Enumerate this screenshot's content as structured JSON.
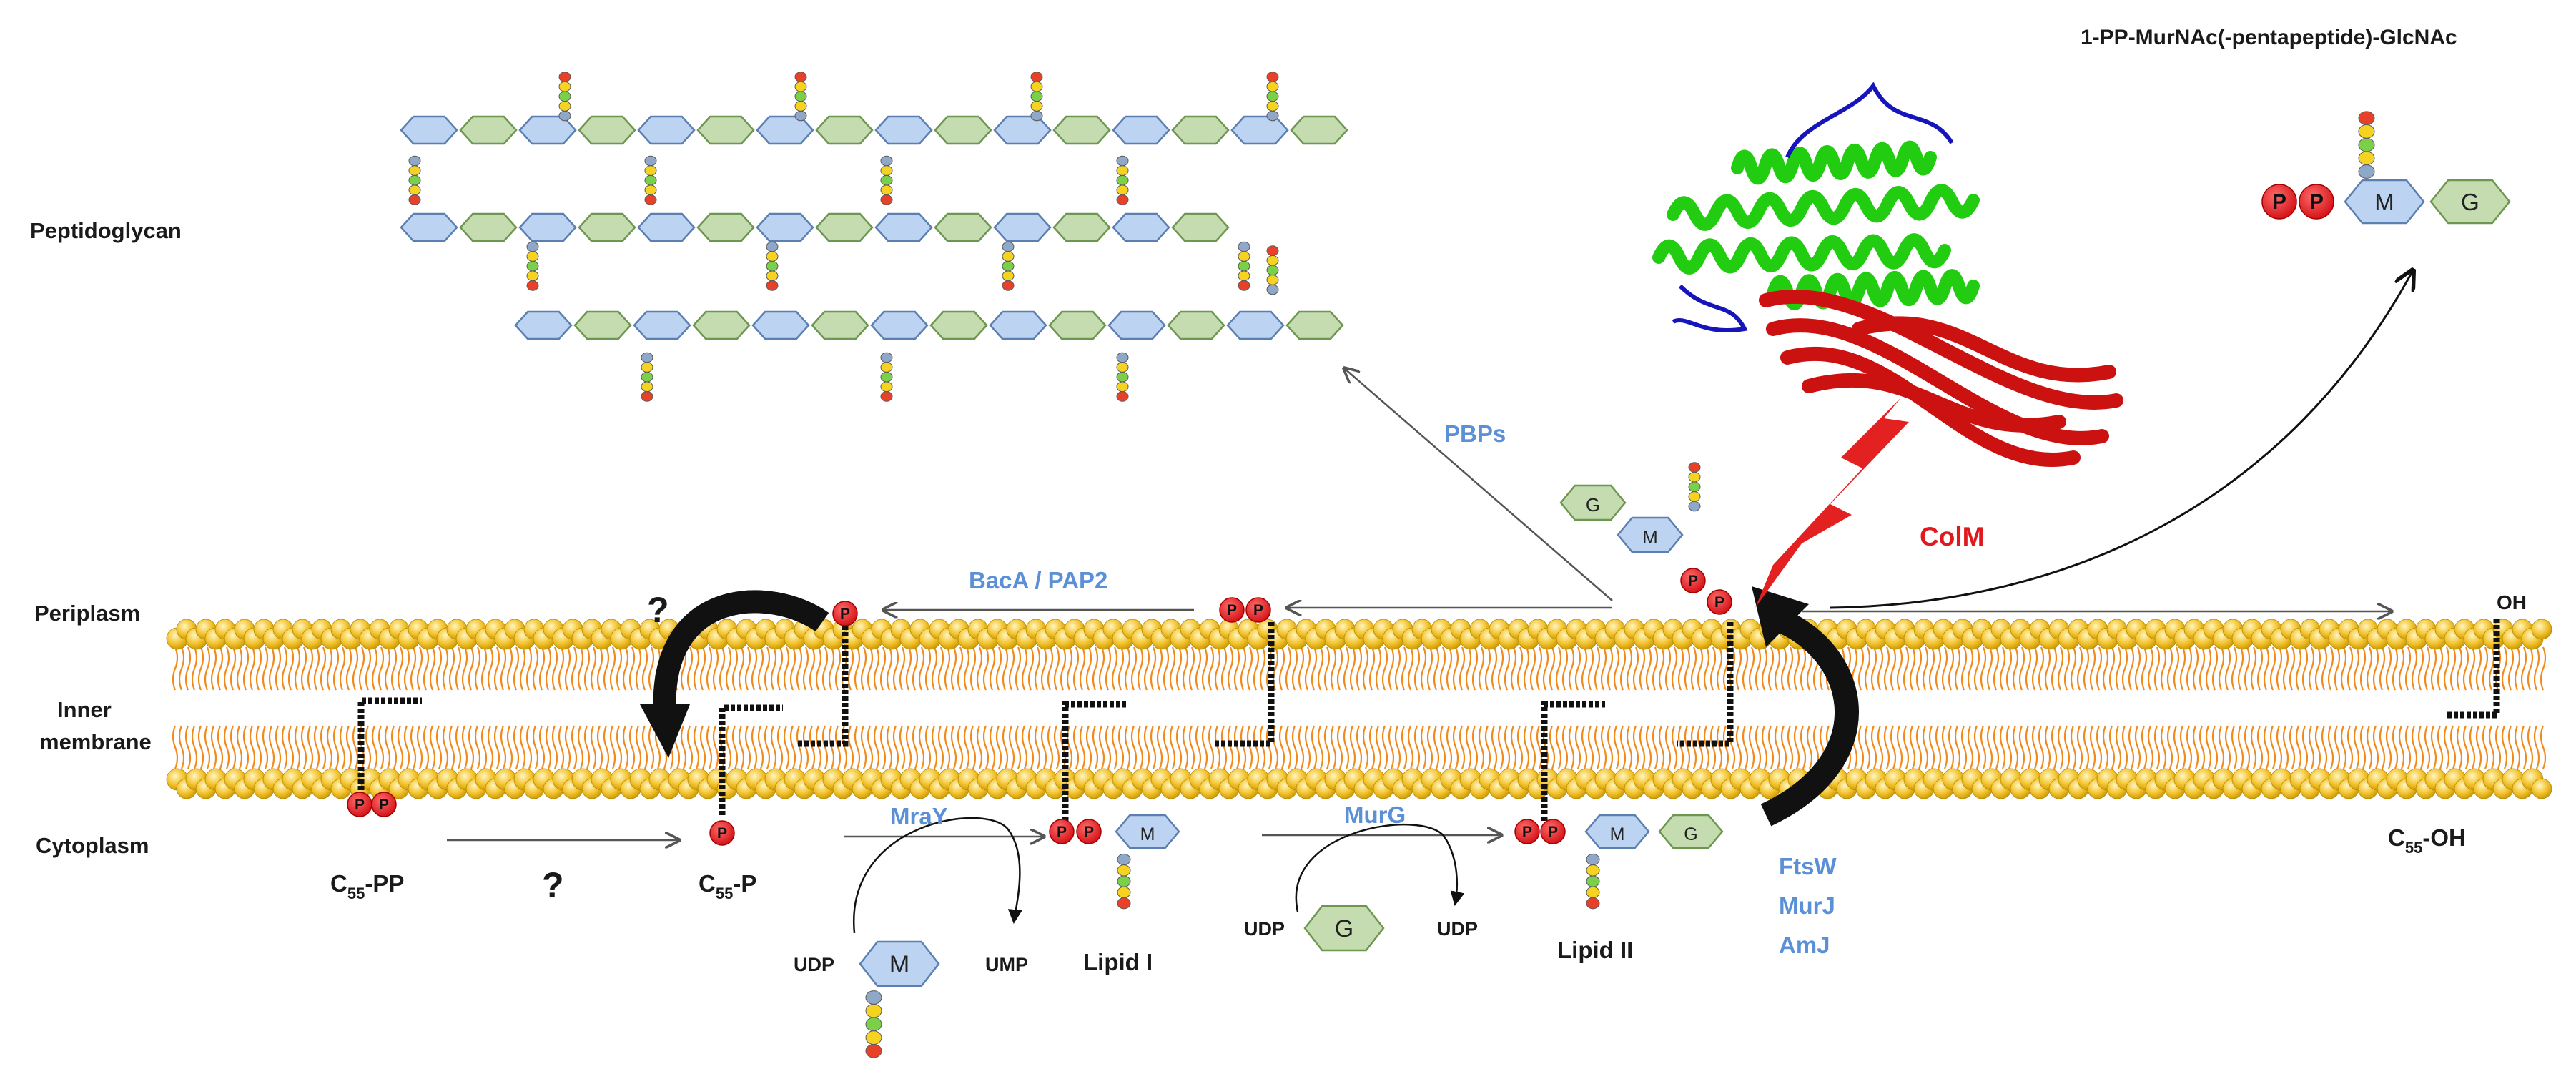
{
  "labels": {
    "title": "1-PP-MurNAc(-pentapeptide)-GlcNAc",
    "peptidoglycan": "Peptidoglycan",
    "periplasm": "Periplasm",
    "membrane_line1": "Inner",
    "membrane_line2": "membrane",
    "cytoplasm": "Cytoplasm",
    "c55pp": "C",
    "c55pp_sub": "55",
    "c55pp_tail": "-PP",
    "c55p": "C",
    "c55p_sub": "55",
    "c55p_tail": "-P",
    "c55oh": "C",
    "c55oh_sub": "55",
    "c55oh_tail": "-OH",
    "oh": "OH",
    "lipid1": "Lipid I",
    "lipid2": "Lipid II",
    "udp1": "UDP",
    "ump": "UMP",
    "udp2": "UDP",
    "udp3": "UDP",
    "question1": "?",
    "question2": "?",
    "colm": "ColM",
    "p": "P",
    "m": "M",
    "g": "G"
  },
  "enzymes": {
    "pbps": "PBPs",
    "baca": "BacA / PAP2",
    "mray": "MraY",
    "murg": "MurG",
    "ftsw": "FtsW",
    "murj": "MurJ",
    "amj": "AmJ"
  },
  "colors": {
    "phosphate": "#e8151b",
    "murnac": "#bcd4f2",
    "glcnac": "#c4dcb0",
    "head": "#f4c431",
    "tail": "#f08a1c",
    "enzyme": "#5b8fd6",
    "colm": "#e0191f",
    "protein_green": "#22cc11",
    "protein_red": "#cc1111",
    "protein_blue": "#1515bb"
  }
}
